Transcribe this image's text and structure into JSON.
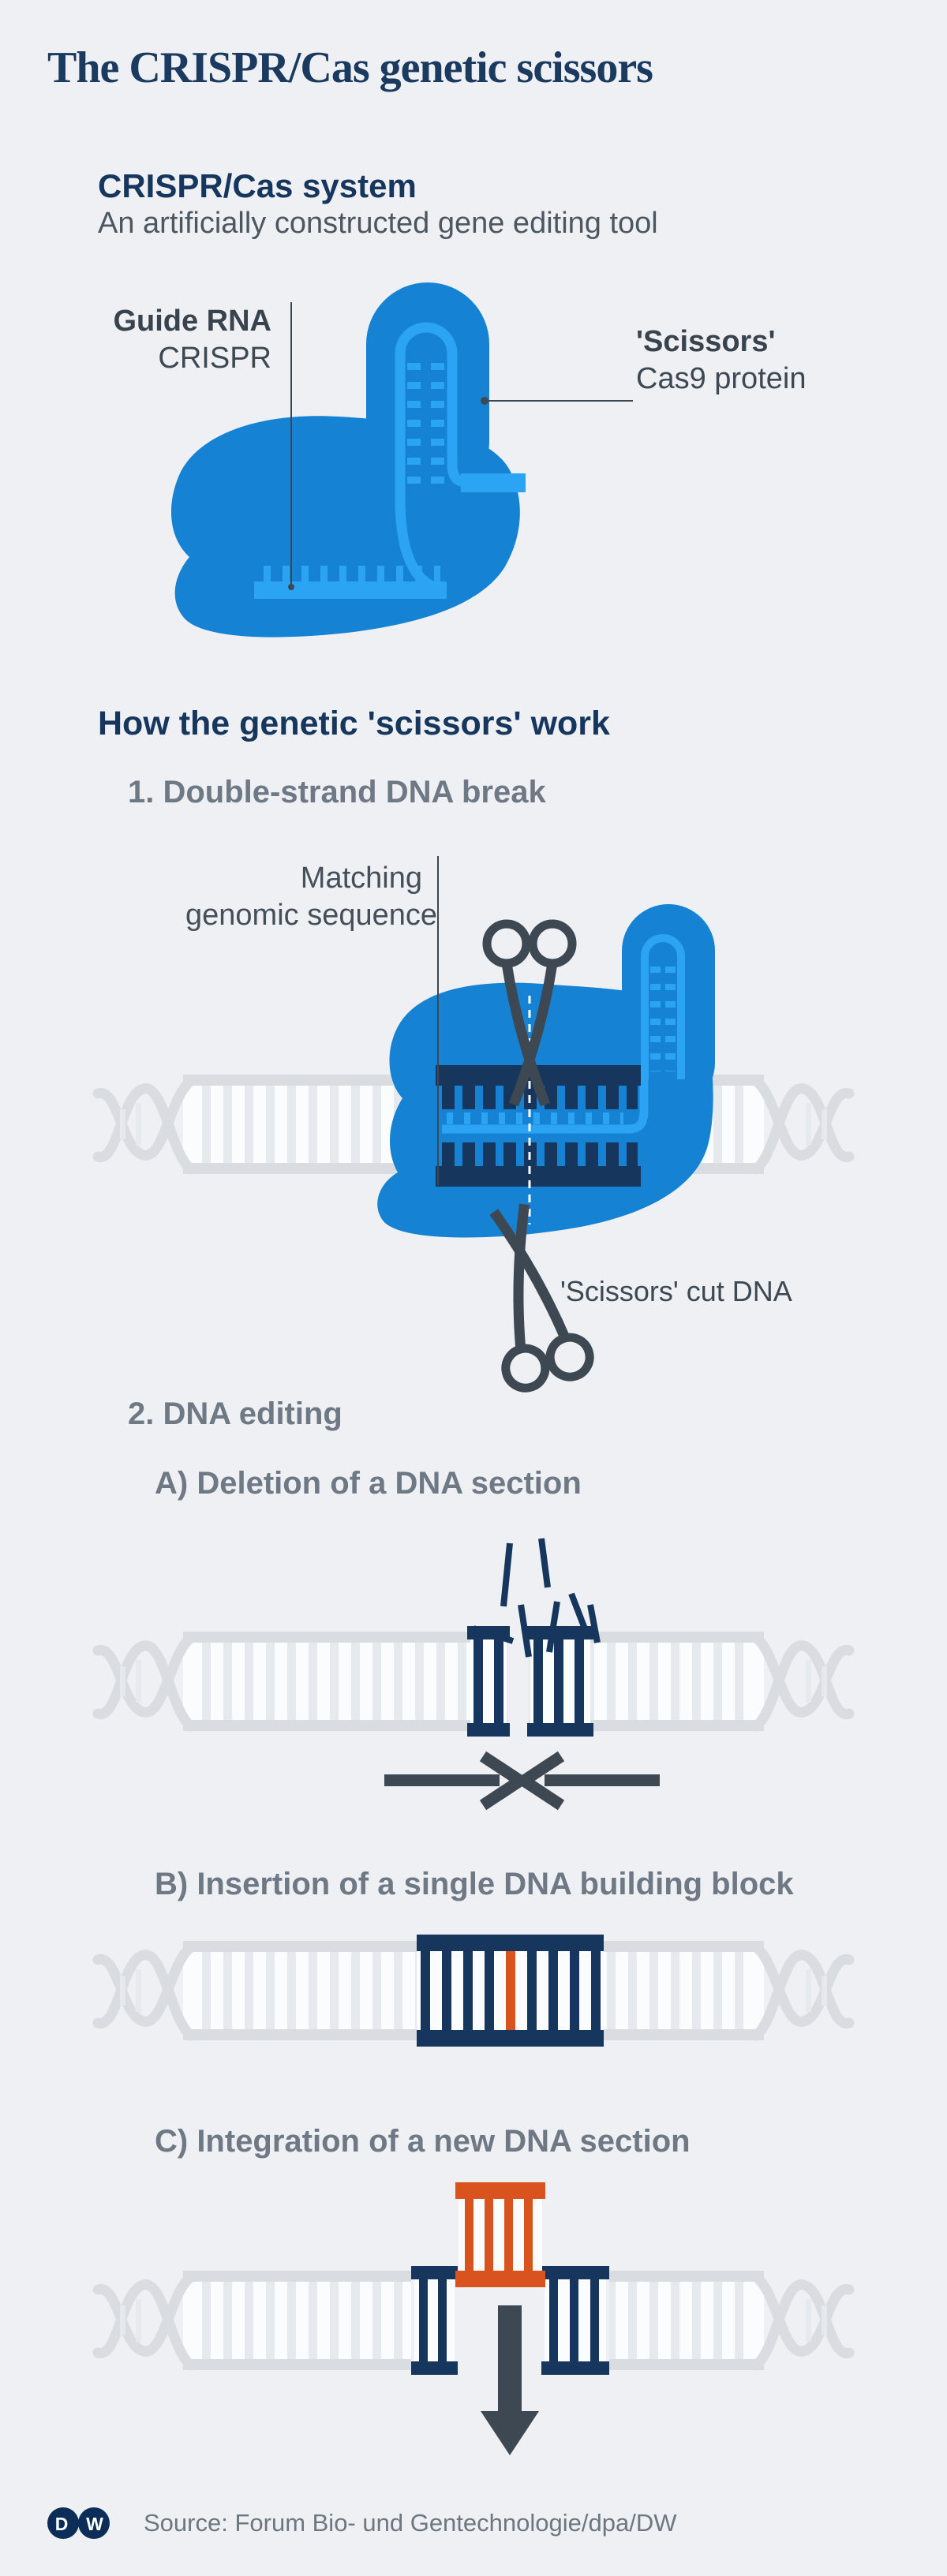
{
  "page": {
    "title": "The CRISPR/Cas genetic scissors"
  },
  "intro": {
    "heading": "CRISPR/Cas system",
    "subheading": "An artificially constructed gene editing tool",
    "labels": {
      "guide_rna_title": "Guide RNA",
      "guide_rna_sub": "CRISPR",
      "scissors_title": "'Scissors'",
      "scissors_sub": "Cas9 protein"
    }
  },
  "how": {
    "heading": "How the genetic 'scissors' work",
    "step1": {
      "title": "1. Double-strand DNA break",
      "matching_label_line1": "Matching",
      "matching_label_line2": "genomic sequence",
      "cut_label": "'Scissors' cut DNA"
    },
    "step2": {
      "title": "2. DNA editing",
      "option_a": "A) Deletion of a DNA section",
      "option_b": "B) Insertion of a single DNA building block",
      "option_c": "C) Integration of a new DNA section"
    }
  },
  "footer": {
    "logo_d": "D",
    "logo_w": "W",
    "source": "Source: Forum Bio- und Gentechnologie/dpa/DW"
  },
  "colors": {
    "background": "#eef0f3",
    "navy_heading": "#16365e",
    "dna_navy": "#16365e",
    "gray_heading": "#6f7986",
    "label_gray": "#3e4853",
    "subtitle_gray": "#4d5761",
    "protein_blue": "#1682d4",
    "rna_light_blue": "#2aa4f3",
    "helix_gray": "#d9dde2",
    "helix_rung_gray": "#e6e9ed",
    "helix_interior": "#fbfcfd",
    "accent_orange": "#d9531e",
    "scissors_slate": "#3e4853",
    "dw_logo_navy": "#0b2d57",
    "source_gray": "#6d7780"
  }
}
